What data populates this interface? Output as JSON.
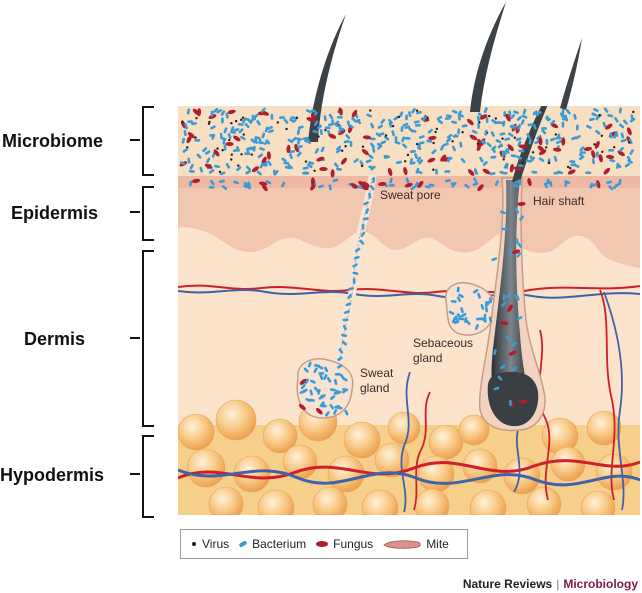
{
  "layers": {
    "microbiome": "Microbiome",
    "epidermis": "Epidermis",
    "dermis": "Dermis",
    "hypodermis": "Hypodermis"
  },
  "annotations": {
    "sweat_pore": "Sweat pore",
    "hair_shaft": "Hair shaft",
    "sebaceous_gland_line1": "Sebaceous",
    "sebaceous_gland_line2": "gland",
    "sweat_gland_line1": "Sweat",
    "sweat_gland_line2": "gland"
  },
  "legend": [
    {
      "label": "Virus",
      "icon": "virus-dot-icon"
    },
    {
      "label": "Bacterium",
      "icon": "bacterium-rod-icon"
    },
    {
      "label": "Fungus",
      "icon": "fungus-oval-icon"
    },
    {
      "label": "Mite",
      "icon": "mite-icon"
    }
  ],
  "credit": {
    "journal": "Nature Reviews",
    "separator": "|",
    "subject": "Microbiology"
  },
  "colors": {
    "microbiome_bg": "#f7dfc4",
    "epidermis": "#f1c7b0",
    "dermis": "#fbe3cc",
    "hypodermis": "#f6cf8a",
    "fat_cell": "#f4b56a",
    "bacterium": "#3a9bd5",
    "fungus": "#b01e2e",
    "virus": "#2a1a14",
    "artery": "#d11f2a",
    "vein": "#3d63a8",
    "hair": "#3d4247",
    "brand": "#7a1b4a"
  }
}
